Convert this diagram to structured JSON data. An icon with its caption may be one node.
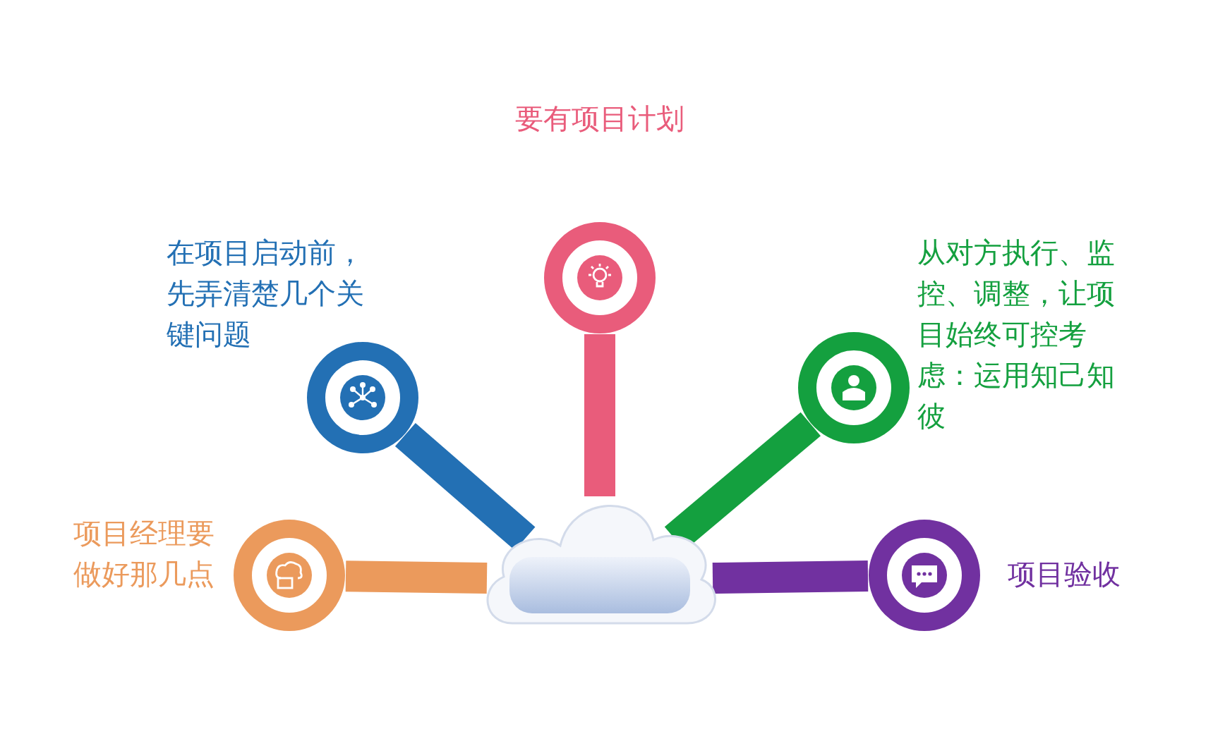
{
  "diagram": {
    "nodes": [
      {
        "text": [],
        "shape": "circle",
        "beside": [
          "要有项目计划"
        ]
      },
      {
        "text": [],
        "shape": "circle",
        "beside": [
          "在项目启动前，先弄清楚几个关键问题"
        ]
      },
      {
        "text": [],
        "shape": "circle",
        "beside": [
          "从对方执行、监控、调整，让项目始终可控考虑：运用知己知彼"
        ]
      },
      {
        "text": [],
        "shape": "circle",
        "beside": [
          "项目经理要做好那几点"
        ]
      },
      {
        "text": [],
        "shape": "circle",
        "beside": [
          "项目验收"
        ]
      },
      {
        "text": [],
        "shape": "cloud"
      }
    ],
    "edges": [
      {
        "from": 5,
        "to": 0,
        "arrow": "none",
        "color": "#e95c7b"
      },
      {
        "from": 5,
        "to": 1,
        "arrow": "none",
        "color": "#2370b4"
      },
      {
        "from": 5,
        "to": 2,
        "arrow": "none",
        "color": "#14a03f"
      },
      {
        "from": 5,
        "to": 3,
        "arrow": "none",
        "color": "#eb9a5c"
      },
      {
        "from": 5,
        "to": 4,
        "arrow": "none",
        "color": "#7131a0"
      }
    ]
  }
}
